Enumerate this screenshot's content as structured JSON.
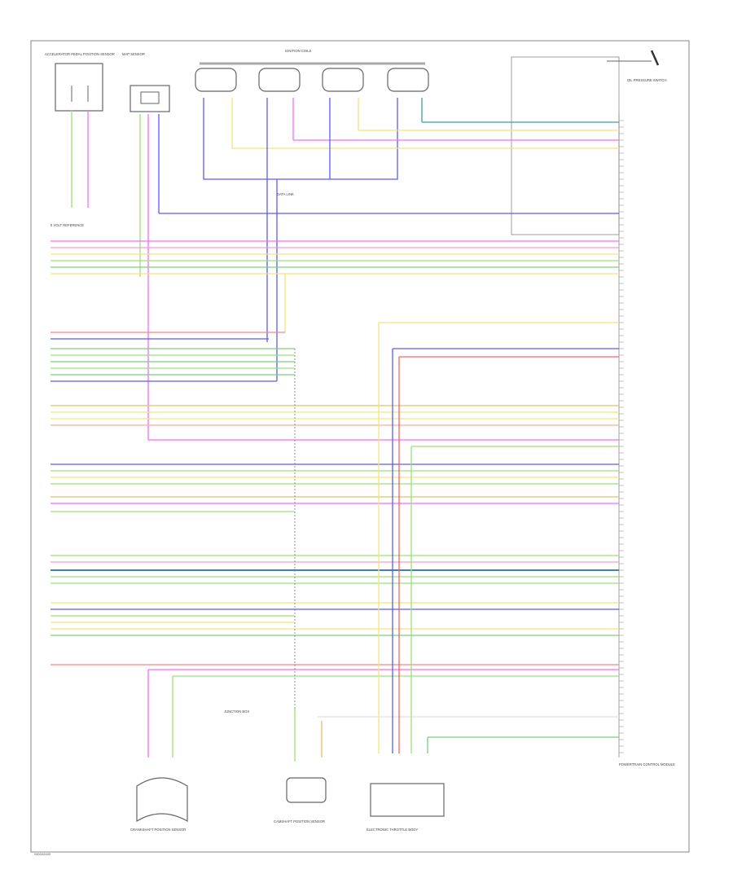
{
  "diagram": {
    "footer_code": "WD000000"
  },
  "components": {
    "top_left_sensor": "ACCELERATOR PEDAL POSITION SENSOR",
    "map_sensor": "MAP SENSOR",
    "ignition_coils": "IGNITION COILS",
    "oil_pressure_switch": "OIL PRESSURE SWITCH",
    "five_volt_ref": "5 VOLT REFERENCE",
    "data_link_note": "DATA LINK",
    "crank_sensor": "CRANKSHAFT POSITION SENSOR",
    "camshaft_sensor": "CAMSHAFT POSITION SENSOR",
    "throttle_body": "ELECTRONIC THROTTLE BODY",
    "pcm": "POWERTRAIN CONTROL MODULE",
    "junction_box": "JUNCTION BOX"
  }
}
